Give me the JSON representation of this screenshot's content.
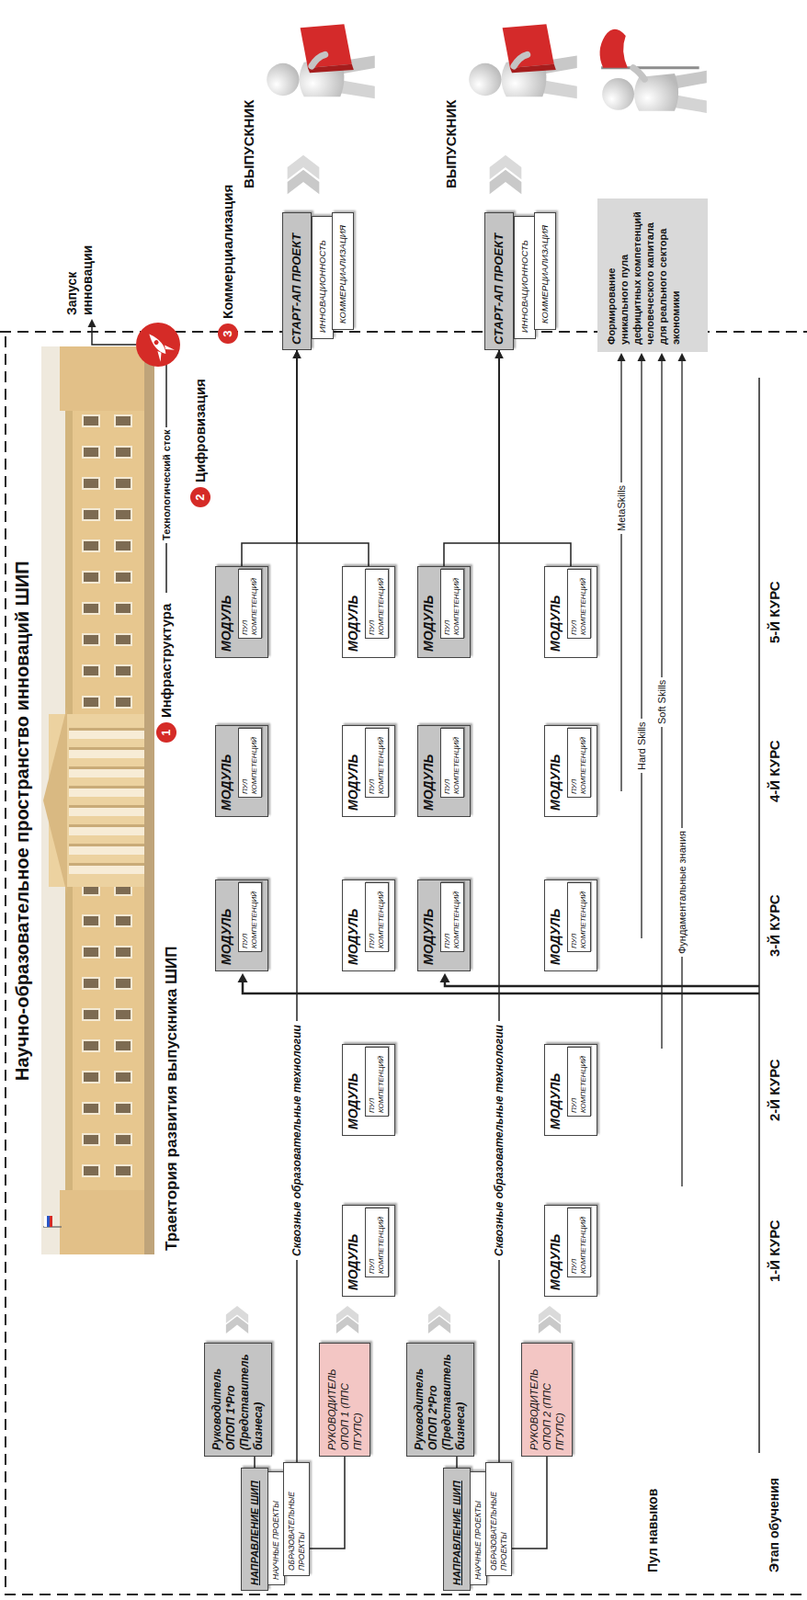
{
  "diagram": {
    "title": "Научно-образовательное пространство инноваций ШИП",
    "nodes": [
      {
        "text": [
          "НАПРАВЛЕНИЕ ШИП"
        ]
      },
      {
        "text": [
          "НАУЧНЫЕ ПРОЕКТЫ"
        ]
      },
      {
        "text": [
          "ОБРАЗОВАТЕЛЬНЫЕ ПРОЕКТЫ"
        ]
      },
      {
        "text": [
          "Руководитель ОПОП 1*Pro (Представитель бизнеса)"
        ]
      },
      {
        "text": [
          "РУКОВОДИТЕЛЬ ОПОП 1 (ППС ПГУПС)"
        ]
      },
      {
        "text": [
          "МОДУЛЬ"
        ]
      },
      {
        "text": [
          "ПУЛ КОМПЕТЕНЦИЙ"
        ],
        "in": 5
      },
      {
        "text": [
          "МОДУЛЬ"
        ]
      },
      {
        "text": [
          "ПУЛ КОМПЕТЕНЦИЙ"
        ],
        "in": 7
      },
      {
        "text": [
          "МОДУЛЬ"
        ]
      },
      {
        "text": [
          "ПУЛ КОМПЕТЕНЦИЙ"
        ],
        "in": 9
      },
      {
        "text": [
          "МОДУЛЬ"
        ]
      },
      {
        "text": [
          "ПУЛ КОМПЕТЕНЦИЙ"
        ],
        "in": 11
      },
      {
        "text": [
          "МОДУЛЬ"
        ]
      },
      {
        "text": [
          "ПУЛ КОМПЕТЕНЦИЙ"
        ],
        "in": 13
      },
      {
        "text": [
          "МОДУЛЬ"
        ]
      },
      {
        "text": [
          "ПУЛ КОМПЕТЕНЦИЙ"
        ],
        "in": 15
      },
      {
        "text": [
          "МОДУЛЬ"
        ]
      },
      {
        "text": [
          "ПУЛ КОМПЕТЕНЦИЙ"
        ],
        "in": 17
      },
      {
        "text": [
          "МОДУЛЬ"
        ]
      },
      {
        "text": [
          "ПУЛ КОМПЕТЕНЦИЙ"
        ],
        "in": 19
      },
      {
        "text": [
          "СТАРТ-АП ПРОЕКТ"
        ]
      },
      {
        "text": [
          "ИННОВАЦИОННОСТЬ"
        ]
      },
      {
        "text": [
          "КОММЕРЦИАЛИЗАЦИЯ"
        ]
      },
      {
        "text": [
          "НАПРАВЛЕНИЕ ШИП"
        ]
      },
      {
        "text": [
          "НАУЧНЫЕ ПРОЕКТЫ"
        ]
      },
      {
        "text": [
          "ОБРАЗОВАТЕЛЬНЫЕ ПРОЕКТЫ"
        ]
      },
      {
        "text": [
          "Руководитель ОПОП 2*Pro (Представитель бизнеса)"
        ]
      },
      {
        "text": [
          "РУКОВОДИТЕЛЬ ОПОП 2 (ППС ПГУПС)"
        ]
      },
      {
        "text": [
          "МОДУЛЬ"
        ]
      },
      {
        "text": [
          "ПУЛ КОМПЕТЕНЦИЙ"
        ],
        "in": 29
      },
      {
        "text": [
          "МОДУЛЬ"
        ]
      },
      {
        "text": [
          "ПУЛ КОМПЕТЕНЦИЙ"
        ],
        "in": 31
      },
      {
        "text": [
          "МОДУЛЬ"
        ]
      },
      {
        "text": [
          "ПУЛ КОМПЕТЕНЦИЙ"
        ],
        "in": 33
      },
      {
        "text": [
          "МОДУЛЬ"
        ]
      },
      {
        "text": [
          "ПУЛ КОМПЕТЕНЦИЙ"
        ],
        "in": 35
      },
      {
        "text": [
          "МОДУЛЬ"
        ]
      },
      {
        "text": [
          "ПУЛ КОМПЕТЕНЦИЙ"
        ],
        "in": 37
      },
      {
        "text": [
          "МОДУЛЬ"
        ]
      },
      {
        "text": [
          "ПУЛ КОМПЕТЕНЦИЙ"
        ],
        "in": 39
      },
      {
        "text": [
          "МОДУЛЬ"
        ]
      },
      {
        "text": [
          "ПУЛ КОМПЕТЕНЦИЙ"
        ],
        "in": 41
      },
      {
        "text": [
          "МОДУЛЬ"
        ]
      },
      {
        "text": [
          "ПУЛ КОМПЕТЕНЦИЙ"
        ],
        "in": 43
      },
      {
        "text": [
          "СТАРТ-АП ПРОЕКТ"
        ]
      },
      {
        "text": [
          "ИННОВАЦИОННОСТЬ"
        ]
      },
      {
        "text": [
          "КОММЕРЦИАЛИЗАЦИЯ"
        ]
      },
      {
        "text": [
          "Формирование уникального пула дефицитных компетенций человеческого капитала для реального сектора экономики"
        ]
      }
    ],
    "edges": [
      {
        "from": 0,
        "to": 3,
        "arrow": "none"
      },
      {
        "from": 2,
        "to": 4,
        "arrow": "none"
      },
      {
        "from": 2,
        "to": 21,
        "label": "Сквозные образовательные технологии",
        "arrow": "to"
      },
      {
        "from": 17,
        "to": 21,
        "arrow": "to"
      },
      {
        "from": 19,
        "to": 21,
        "arrow": "to"
      },
      {
        "from": 24,
        "to": 27,
        "arrow": "none"
      },
      {
        "from": 26,
        "to": 28,
        "arrow": "none"
      },
      {
        "from": 26,
        "to": 45,
        "label": "Сквозные образовательные технологии",
        "arrow": "to"
      },
      {
        "from": 41,
        "to": 45,
        "arrow": "to"
      },
      {
        "from": 43,
        "to": 45,
        "arrow": "to"
      }
    ],
    "labels": [
      "Траектория развития выпускника ШИП",
      "1",
      "Инфраструктура",
      "Технологический сток",
      "2",
      "Цифровизация",
      "Запуск инновации",
      "3",
      "Коммерциализация",
      "ВЫПУСКНИК",
      "ВЫПУСКНИК",
      "MetaSkills",
      "Hard Skills",
      "Soft Skills",
      "Фундаментальные знания",
      "Пул навыков",
      "Этап обучения",
      "1-Й КУРС",
      "2-Й КУРС",
      "3-Й КУРС",
      "4-Й КУРС",
      "5-Й КУРС"
    ]
  }
}
